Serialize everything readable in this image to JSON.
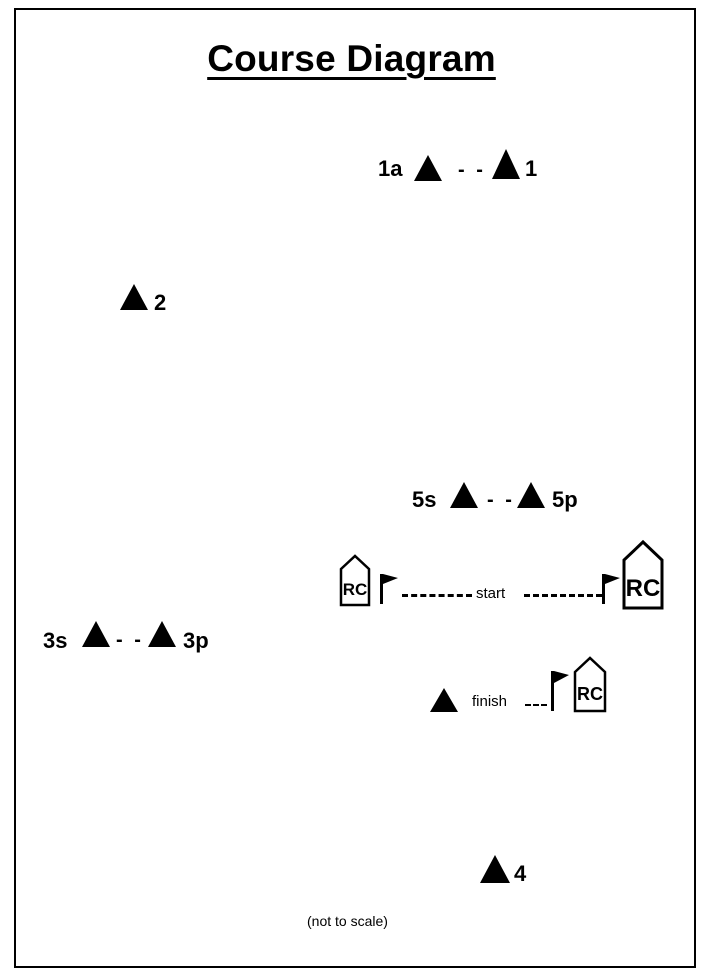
{
  "title": "Course Diagram",
  "marks": {
    "m1a": "1a",
    "m1": "1",
    "m2": "2",
    "m5s": "5s",
    "m5p": "5p",
    "m3s": "3s",
    "m3p": "3p",
    "m4": "4"
  },
  "start_label": "start",
  "finish_label": "finish",
  "committee_boat_label": "RC",
  "note": "(not to scale)",
  "icons": {
    "mark": "triangle-mark-icon",
    "flag": "flag-icon",
    "boat": "committee-boat-icon"
  }
}
